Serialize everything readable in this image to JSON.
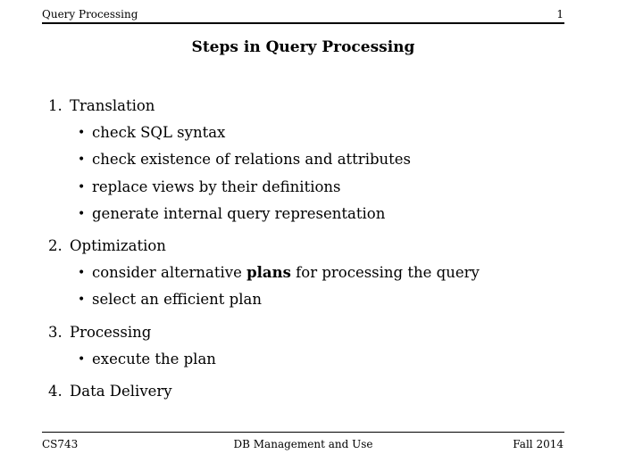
{
  "header": {
    "left": "Query Processing",
    "right": "1"
  },
  "title": "Steps in Query Processing",
  "steps": [
    {
      "number": "1.",
      "label": "Translation",
      "bullets": [
        "check SQL syntax",
        "check existence of relations and attributes",
        "replace views by their definitions",
        "generate internal query representation"
      ]
    },
    {
      "number": "2.",
      "label": "Optimization",
      "bullets": [
        "consider alternative plans for processing the query",
        "select an efficient plan"
      ],
      "bullet1_parts": {
        "pre": "consider alternative ",
        "bold": "plans",
        "post": " for processing the query"
      }
    },
    {
      "number": "3.",
      "label": "Processing",
      "bullets": [
        "execute the plan"
      ]
    },
    {
      "number": "4.",
      "label": "Data Delivery",
      "bullets": []
    }
  ],
  "footer": {
    "left": "CS743",
    "center": "DB Management and Use",
    "right": "Fall 2014"
  }
}
